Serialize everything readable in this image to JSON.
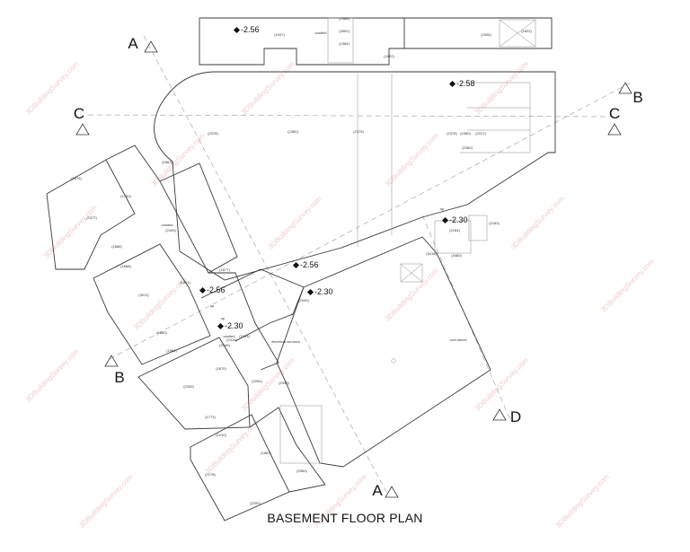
{
  "title": "BASEMENT FLOOR PLAN",
  "watermark": "3DBuildingSurvey.com",
  "section_markers": [
    "A",
    "A",
    "B",
    "B",
    "C",
    "C",
    "D"
  ],
  "levels": [
    "-2.56",
    "-2.58",
    "-2.30",
    "-2.56",
    "-2.30",
    "-2.56",
    "-2.30"
  ],
  "room_notes": [
    "vaulted",
    "vaulted",
    "vaulted",
    "electrical services",
    "roof above",
    "up",
    "up",
    "up"
  ],
  "dimensions": [
    "(1947)",
    "(3900)",
    "(1984)",
    "(1988)",
    "(1822)",
    "(1822)",
    "(2006)",
    "(2378)",
    "(2380)",
    "(2375)",
    "(2378)",
    "(2380)",
    "(2317)",
    "(2380)",
    "(1863)",
    "(1876)",
    "(1750)",
    "(2377)",
    "(1886)",
    "(2405)",
    "(1868)",
    "(1801)",
    "(3011)",
    "(1877)",
    "(2183)",
    "(1880)",
    "(1982)",
    "(2184)",
    "(3480)",
    "(3416)",
    "(2040)",
    "(2346)",
    "(2333)",
    "(2416)",
    "(1670)",
    "(2339)",
    "(2264)",
    "(1773)",
    "(2339)",
    "(2210)",
    "(1867)",
    "(2178)",
    "(2983)",
    "(2200)"
  ]
}
